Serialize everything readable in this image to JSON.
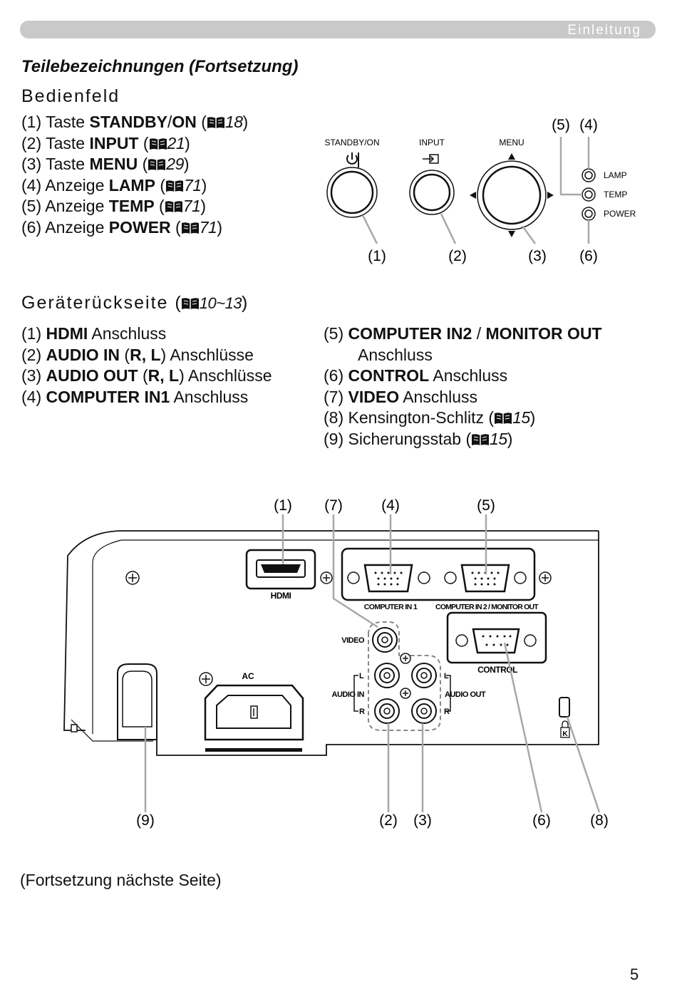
{
  "header": {
    "section": "Einleitung"
  },
  "title": "Teilebezeichnungen (Fortsetzung)",
  "control_panel": {
    "heading": "Bedienfeld",
    "items": [
      {
        "num": "(1)",
        "kind": "Taste",
        "name": "STANDBY",
        "sep": "/",
        "name2": "ON",
        "ref": "18"
      },
      {
        "num": "(2)",
        "kind": "Taste",
        "name": "INPUT",
        "ref": "21"
      },
      {
        "num": "(3)",
        "kind": "Taste",
        "name": "MENU",
        "ref": "29"
      },
      {
        "num": "(4)",
        "kind": "Anzeige",
        "name": "LAMP",
        "ref": "71"
      },
      {
        "num": "(5)",
        "kind": "Anzeige",
        "name": "TEMP",
        "ref": "71"
      },
      {
        "num": "(6)",
        "kind": "Anzeige",
        "name": "POWER",
        "ref": "71"
      }
    ],
    "diagram": {
      "standby_label": "STANDBY/ON",
      "input_label": "INPUT",
      "menu_label": "MENU",
      "lamp_label": "LAMP",
      "temp_label": "TEMP",
      "power_label": "POWER",
      "callouts": [
        "(1)",
        "(2)",
        "(3)",
        "(4)",
        "(5)",
        "(6)"
      ]
    }
  },
  "rear": {
    "heading": "Geräterückseite",
    "ref": "10~13",
    "left_items": [
      {
        "num": "(1)",
        "name": "HDMI",
        "suffix": "Anschluss"
      },
      {
        "num": "(2)",
        "name": "AUDIO IN",
        "paren_open": "(",
        "paren_bold": "R, L",
        "paren_close": ")",
        "suffix": "Anschlüsse"
      },
      {
        "num": "(3)",
        "name": "AUDIO OUT",
        "paren_open": "(",
        "paren_bold": "R, L",
        "paren_close": ")",
        "suffix": "Anschlüsse"
      },
      {
        "num": "(4)",
        "name": "COMPUTER IN1",
        "suffix": "Anschluss"
      }
    ],
    "right_items": {
      "item5": {
        "num": "(5)",
        "name": "COMPUTER IN2",
        "sep": "/",
        "name2": "MONITOR OUT",
        "suffix": "Anschluss"
      },
      "item6": {
        "num": "(6)",
        "name": "CONTROL",
        "suffix": "Anschluss"
      },
      "item7": {
        "num": "(7)",
        "name": "VIDEO",
        "suffix": "Anschluss"
      },
      "item8": {
        "num": "(8)",
        "text": "Kensington-Schlitz",
        "ref": "15"
      },
      "item9": {
        "num": "(9)",
        "text": "Sicherungsstab",
        "ref": "15"
      }
    },
    "diagram": {
      "hdmi_label": "HDMI",
      "computer_in1_label": "COMPUTER IN 1",
      "computer_in2_label": "COMPUTER IN 2 / MONITOR OUT",
      "video_label": "VIDEO",
      "control_label": "CONTROL",
      "ac_label": "AC",
      "audio_in_label": "AUDIO IN",
      "audio_out_label": "AUDIO OUT",
      "l_label": "L",
      "r_label": "R",
      "callouts": [
        "(1)",
        "(7)",
        "(4)",
        "(5)",
        "(9)",
        "(2)",
        "(3)",
        "(6)",
        "(8)"
      ]
    }
  },
  "footer": {
    "continued": "(Fortsetzung nächste Seite)",
    "page": "5"
  }
}
